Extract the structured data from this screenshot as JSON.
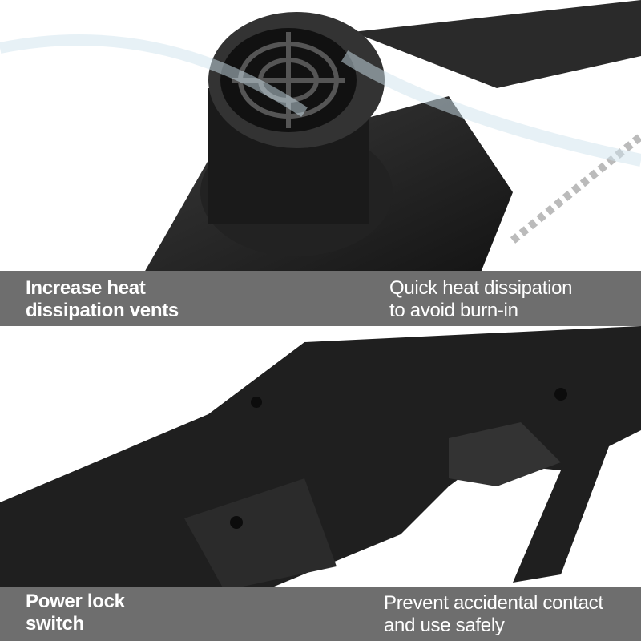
{
  "sections": [
    {
      "title": "Increase heat dissipation vents",
      "title_lines": [
        "Increase heat",
        "dissipation vents"
      ],
      "desc_lines": [
        "Quick heat dissipation",
        "to avoid burn-in"
      ]
    },
    {
      "title": "Power lock switch",
      "title_lines": [
        "Power lock",
        "switch"
      ],
      "desc_lines": [
        "Prevent accidental contact",
        "and use safely"
      ]
    }
  ],
  "colors": {
    "band": "#6e6e6e",
    "text": "#ffffff",
    "product": "#1e1e1e"
  }
}
